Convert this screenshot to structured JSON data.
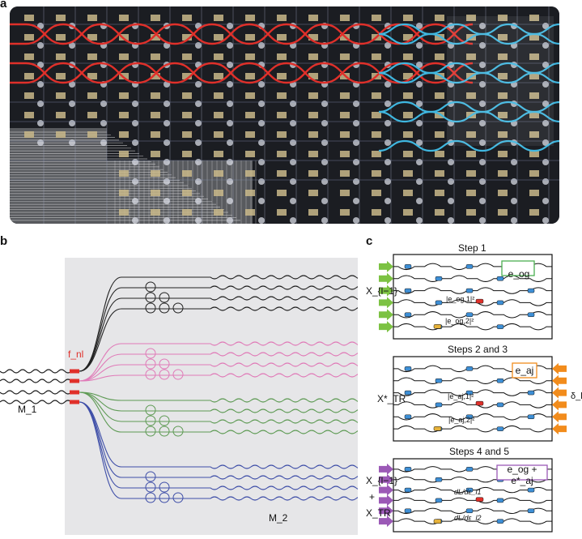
{
  "panels": {
    "a": {
      "label": "a"
    },
    "b": {
      "label": "b",
      "nonlinearity_label": "f_nl",
      "mesh1_label": "M_1",
      "mesh2_label": "M_2"
    },
    "c": {
      "label": "c",
      "steps": [
        {
          "title": "Step 1",
          "input_label": "X_{l−1}",
          "field_label": "e_og",
          "box_color": "#4caf50",
          "arrow_color": "#7cc242",
          "arrow_side": "left"
        },
        {
          "title": "Steps 2 and 3",
          "input_label": "X*_TR",
          "field_label": "e_aj",
          "box_color": "#f28c1c",
          "arrow_color": "#f28c1c",
          "arrow_side": "right",
          "side_label": "δ_l"
        },
        {
          "title": "Steps 4 and 5",
          "input_label_top": "X_{l−1}",
          "plus": "+",
          "input_label_bottom": "X_TR",
          "field_label": "e_og + e*_aj",
          "box_color": "#9b59b6",
          "arrow_color": "#9b59b6",
          "arrow_side": "left"
        }
      ],
      "annotations": {
        "step1_upper": "|e_og,1|²",
        "step1_lower": "|e_og,2|²",
        "step2_upper": "|e_aj,1|²",
        "step2_lower": "|e_aj,2|²",
        "step3_upper": "dL/dε_l1",
        "step3_lower": "dL/dε_l2"
      }
    }
  },
  "colors": {
    "chip_bg": "#1b1d22",
    "red_path": "#e0302a",
    "cyan_path": "#3fb7e0",
    "mesh_bg": "#e6e6e8",
    "pink": "#e07bb8",
    "green": "#5f9b55",
    "blue": "#3f4fa8",
    "heater_blue": "#3d8fd6",
    "heater_red": "#e0302a",
    "heater_yellow": "#e6b23a"
  }
}
